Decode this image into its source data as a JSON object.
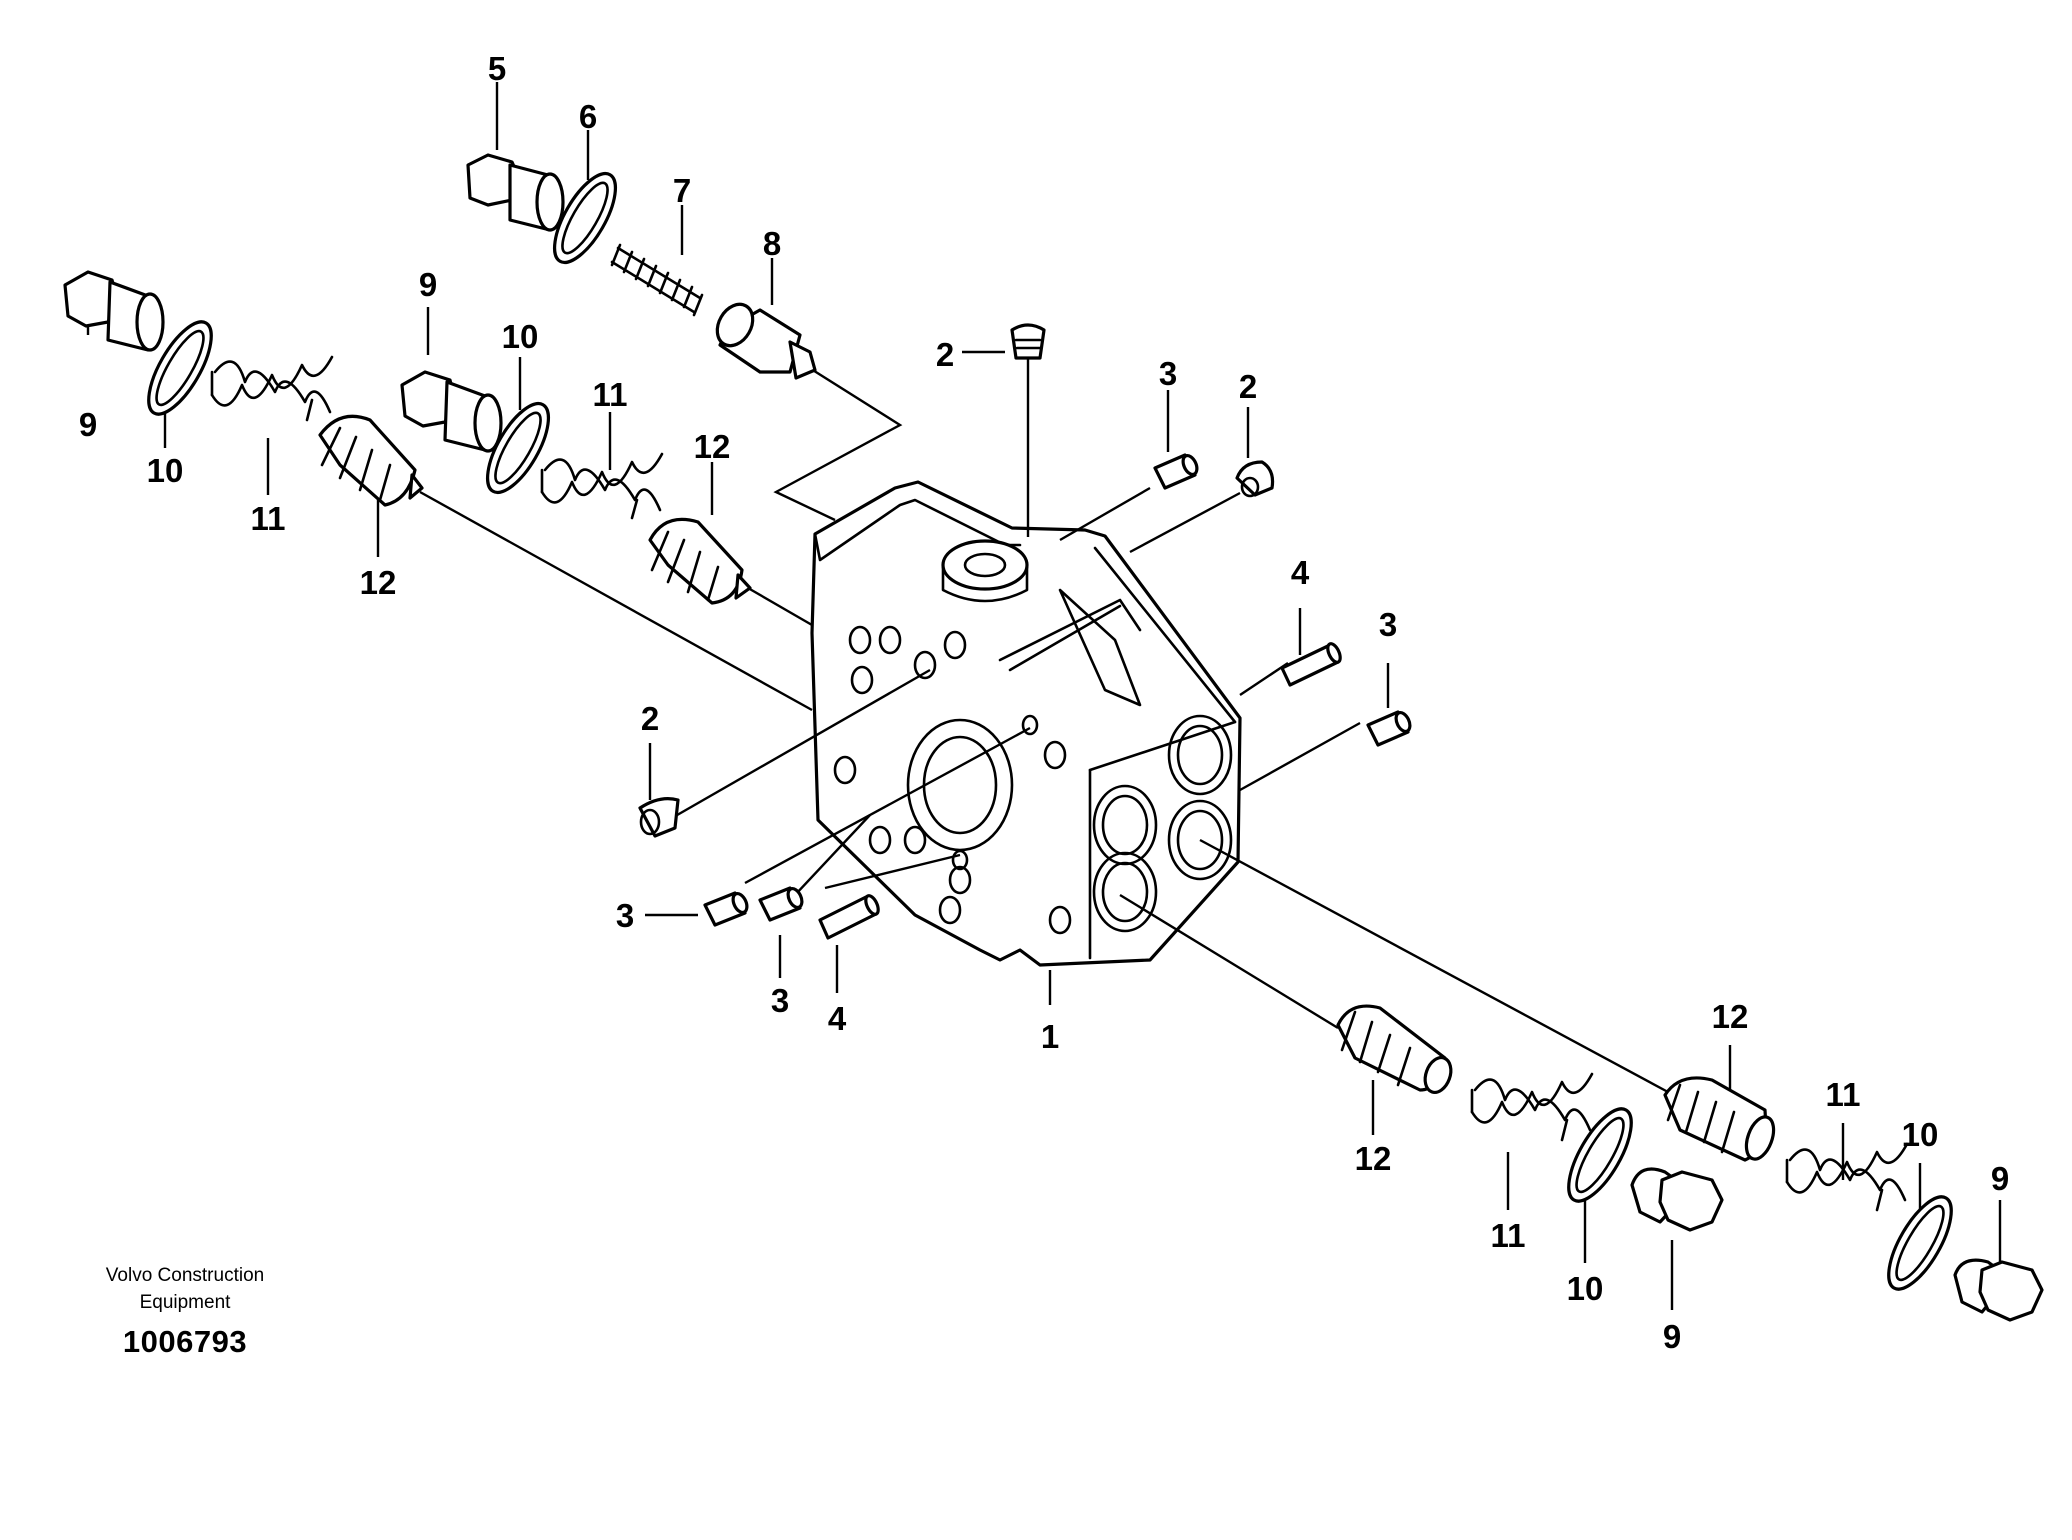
{
  "footer": {
    "brand_line1": "Volvo Construction",
    "brand_line2": "Equipment",
    "drawing_number": "1006793"
  },
  "callouts": {
    "c1": "1",
    "c2a": "2",
    "c2b": "2",
    "c2c": "2",
    "c3a": "3",
    "c3b": "3",
    "c3c": "3",
    "c3d": "3",
    "c4a": "4",
    "c4b": "4",
    "c5": "5",
    "c6": "6",
    "c7": "7",
    "c8": "8",
    "c9a": "9",
    "c9b": "9",
    "c9c": "9",
    "c9d": "9",
    "c10a": "10",
    "c10b": "10",
    "c10c": "10",
    "c10d": "10",
    "c11a": "11",
    "c11b": "11",
    "c11c": "11",
    "c11d": "11",
    "c12a": "12",
    "c12b": "12",
    "c12c": "12",
    "c12d": "12"
  }
}
